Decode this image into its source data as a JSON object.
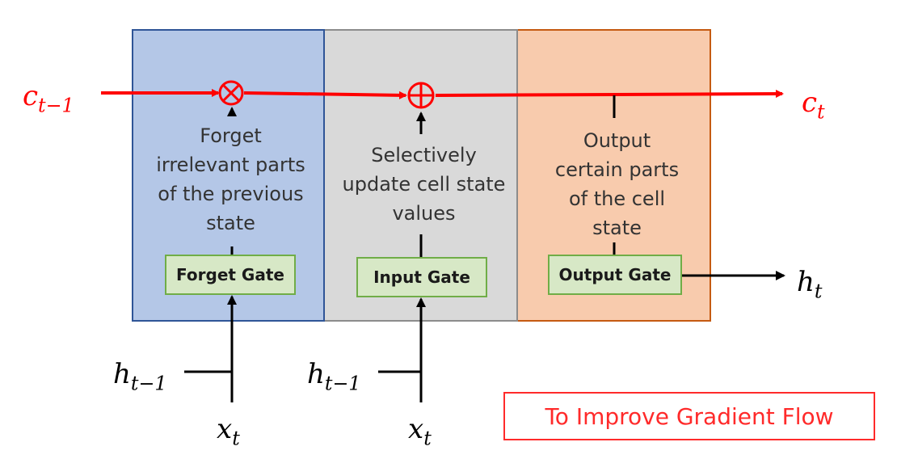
{
  "panels": {
    "forget": {
      "description": "Forget\nirrelevant parts\nof the previous\nstate",
      "gate_label": "Forget Gate"
    },
    "input": {
      "description": "Selectively\nupdate cell state\nvalues",
      "gate_label": "Input Gate"
    },
    "output": {
      "description": "Output\ncertain parts\nof the cell\nstate",
      "gate_label": "Output Gate"
    }
  },
  "symbols": {
    "cell_prev": {
      "base": "c",
      "sub": "t−1"
    },
    "cell_next": {
      "base": "c",
      "sub": "t"
    },
    "hidden_out": {
      "base": "h",
      "sub": "t"
    },
    "hidden_prev_1": {
      "base": "h",
      "sub": "t−1"
    },
    "hidden_prev_2": {
      "base": "h",
      "sub": "t−1"
    },
    "input_1": {
      "base": "x",
      "sub": "t"
    },
    "input_2": {
      "base": "x",
      "sub": "t"
    }
  },
  "operators": {
    "multiply": "⊗",
    "add": "⊕"
  },
  "note": "To Improve Gradient Flow",
  "colors": {
    "cell_line": "#ff0000",
    "forget_panel": "#b4c7e7",
    "input_panel": "#d9d9d9",
    "output_panel": "#f8cbad",
    "gate_fill": "#d7e8c6",
    "gate_border": "#70ad47",
    "note": "#ff2a2a"
  }
}
